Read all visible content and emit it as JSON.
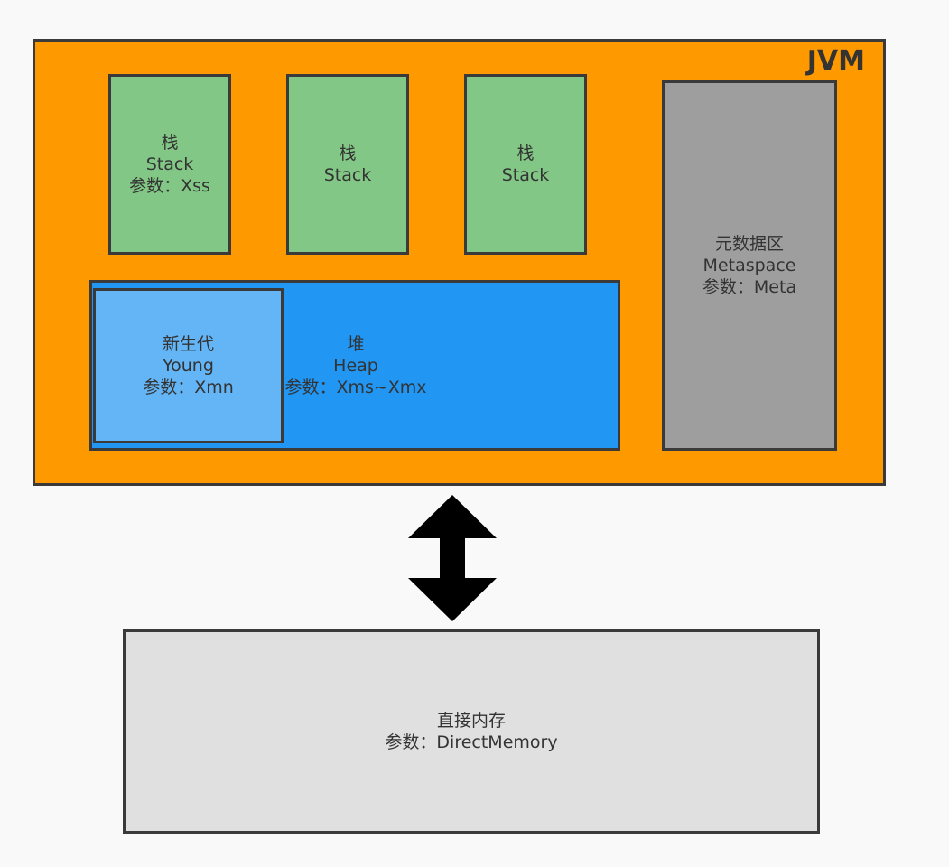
{
  "jvm": {
    "title": "JVM"
  },
  "stacks": [
    {
      "label": "栈\nStack\n参数：Xss"
    },
    {
      "label": "栈\nStack"
    },
    {
      "label": "栈\nStack"
    }
  ],
  "heap": {
    "label": "堆\nHeap\n参数：Xms~Xmx"
  },
  "young": {
    "label": "新生代\nYoung\n参数：Xmn"
  },
  "metaspace": {
    "label": "元数据区\nMetaspace\n参数：Meta"
  },
  "direct_memory": {
    "label": "直接内存\n参数：DirectMemory"
  },
  "colors": {
    "jvm": "#ff9900",
    "stack": "#82c785",
    "heap": "#2196f3",
    "young": "#64b5f6",
    "metaspace": "#9e9e9e",
    "direct_memory": "#e0e0e0",
    "arrow": "#000000"
  },
  "icons": {
    "connector": "double-headed-arrow-icon"
  }
}
